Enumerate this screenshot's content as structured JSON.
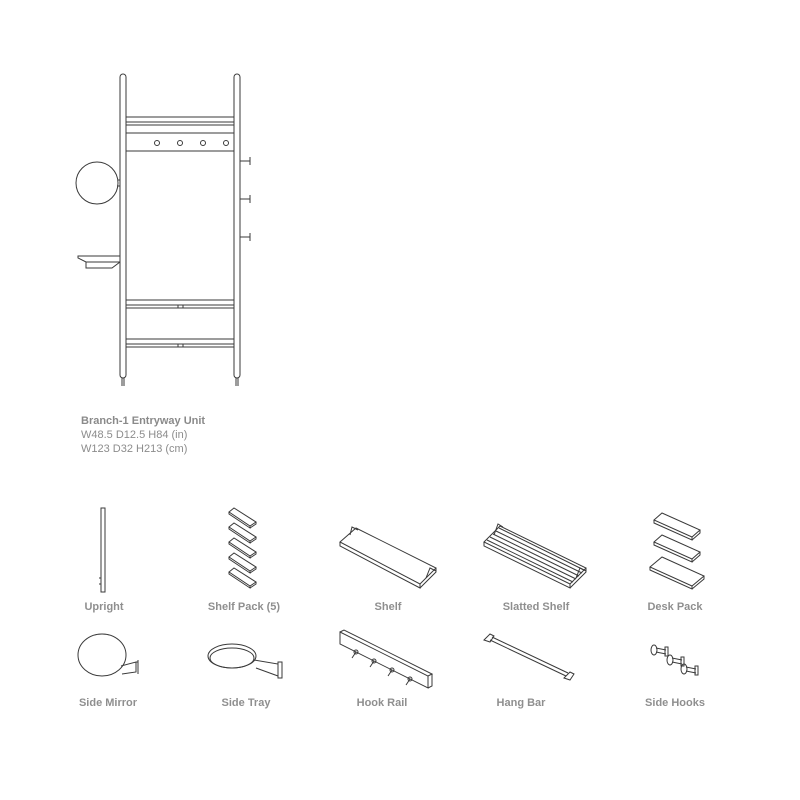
{
  "product": {
    "name": "Branch-1 Entryway Unit",
    "dims_in": "W48.5 D12.5 H84 (in)",
    "dims_cm": "W123 D32 H213 (cm)"
  },
  "parts": [
    {
      "label": "Upright",
      "icon": "upright-icon"
    },
    {
      "label": "Shelf Pack (5)",
      "icon": "shelf-pack-icon"
    },
    {
      "label": "Shelf",
      "icon": "shelf-icon"
    },
    {
      "label": "Slatted Shelf",
      "icon": "slatted-shelf-icon"
    },
    {
      "label": "Desk Pack",
      "icon": "desk-pack-icon"
    },
    {
      "label": "Side Mirror",
      "icon": "side-mirror-icon"
    },
    {
      "label": "Side Tray",
      "icon": "side-tray-icon"
    },
    {
      "label": "Hook Rail",
      "icon": "hook-rail-icon"
    },
    {
      "label": "Hang Bar",
      "icon": "hang-bar-icon"
    },
    {
      "label": "Side Hooks",
      "icon": "side-hooks-icon"
    }
  ],
  "colors": {
    "line": "#3a3a3a",
    "text": "#8a8a8a"
  }
}
